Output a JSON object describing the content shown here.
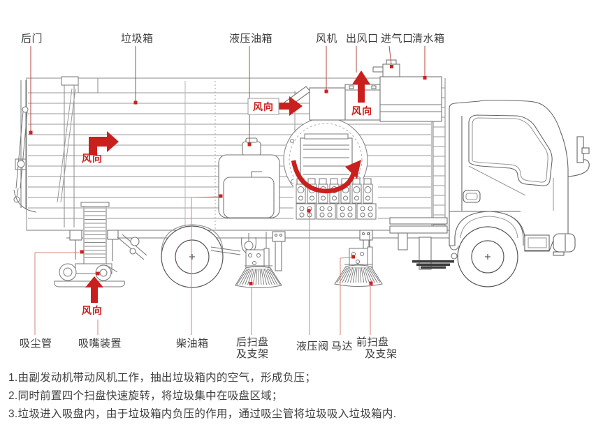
{
  "parts": {
    "rear_door": "后门",
    "garbage_box": "垃圾箱",
    "hydraulic_oil_tank": "液压油箱",
    "fan": "风机",
    "air_outlet": "出风口",
    "air_inlet": "进气口",
    "water_tank": "清水箱",
    "suction_pipe": "吸尘管",
    "nozzle_device": "吸嘴装置",
    "diesel_tank": "柴油箱",
    "rear_sweep_1": "后扫盘",
    "rear_sweep_2": "及支架",
    "hydraulic_valve": "液压阀",
    "motor": "马达",
    "front_sweep_1": "前扫盘",
    "front_sweep_2": "及支架",
    "wind_direction": "风向"
  },
  "notes": {
    "line1": "1.由副发动机带动风机工作，抽出垃圾箱内的空气，形成负压；",
    "line2": "2.同时前置四个扫盘快速旋转，将垃圾集中在吸盘区域；",
    "line3": "3.垃圾进入吸盘内，由于垃圾箱内负压的作用，通过吸尘管将垃圾吸入垃圾箱内."
  },
  "colors": {
    "accent_red": "#c9201d",
    "marker_red": "#cc2020",
    "leader_dark": "#b5443c",
    "leader_light": "#d4837b",
    "line_gray": "#777777",
    "text_dark": "#3a3a3a"
  }
}
